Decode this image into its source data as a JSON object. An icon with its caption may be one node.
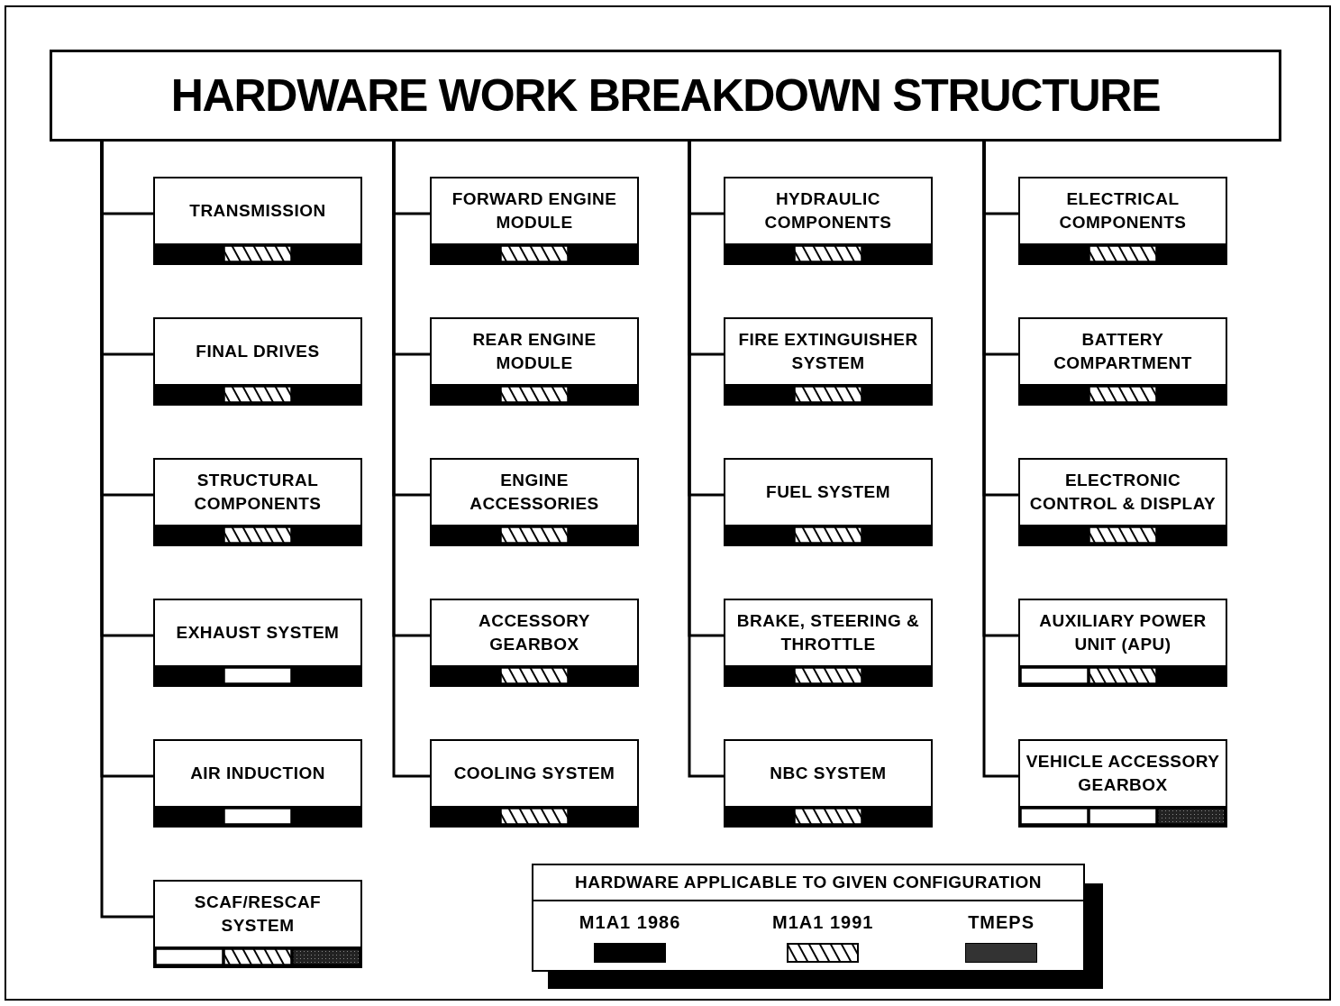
{
  "diagram": {
    "nodes": [
      {
        "text": [
          "HARDWARE WORK BREAKDOWN STRUCTURE"
        ]
      },
      {
        "text": [
          "TRANSMISSION"
        ]
      },
      {
        "text": [
          "FINAL DRIVES"
        ]
      },
      {
        "text": [
          "STRUCTURAL COMPONENTS"
        ]
      },
      {
        "text": [
          "EXHAUST SYSTEM"
        ]
      },
      {
        "text": [
          "AIR INDUCTION"
        ]
      },
      {
        "text": [
          "SCAF/RESCAF SYSTEM"
        ]
      },
      {
        "text": [
          "FORWARD ENGINE MODULE"
        ]
      },
      {
        "text": [
          "REAR ENGINE MODULE"
        ]
      },
      {
        "text": [
          "ENGINE ACCESSORIES"
        ]
      },
      {
        "text": [
          "ACCESSORY GEARBOX"
        ]
      },
      {
        "text": [
          "COOLING SYSTEM"
        ]
      },
      {
        "text": [
          "HYDRAULIC COMPONENTS"
        ]
      },
      {
        "text": [
          "FIRE EXTINGUISHER SYSTEM"
        ]
      },
      {
        "text": [
          "FUEL SYSTEM"
        ]
      },
      {
        "text": [
          "BRAKE, STEERING & THROTTLE"
        ]
      },
      {
        "text": [
          "NBC SYSTEM"
        ]
      },
      {
        "text": [
          "ELECTRICAL COMPONENTS"
        ]
      },
      {
        "text": [
          "BATTERY COMPARTMENT"
        ]
      },
      {
        "text": [
          "ELECTRONIC CONTROL & DISPLAY"
        ]
      },
      {
        "text": [
          "AUXILIARY POWER UNIT (APU)"
        ]
      },
      {
        "text": [
          "VEHICLE ACCESSORY GEARBOX"
        ]
      }
    ],
    "edges": [
      {
        "from": 0,
        "to": 1,
        "arrow": "none"
      },
      {
        "from": 0,
        "to": 2,
        "arrow": "none"
      },
      {
        "from": 0,
        "to": 3,
        "arrow": "none"
      },
      {
        "from": 0,
        "to": 4,
        "arrow": "none"
      },
      {
        "from": 0,
        "to": 5,
        "arrow": "none"
      },
      {
        "from": 0,
        "to": 6,
        "arrow": "none"
      },
      {
        "from": 0,
        "to": 7,
        "arrow": "none"
      },
      {
        "from": 0,
        "to": 8,
        "arrow": "none"
      },
      {
        "from": 0,
        "to": 9,
        "arrow": "none"
      },
      {
        "from": 0,
        "to": 10,
        "arrow": "none"
      },
      {
        "from": 0,
        "to": 11,
        "arrow": "none"
      },
      {
        "from": 0,
        "to": 12,
        "arrow": "none"
      },
      {
        "from": 0,
        "to": 13,
        "arrow": "none"
      },
      {
        "from": 0,
        "to": 14,
        "arrow": "none"
      },
      {
        "from": 0,
        "to": 15,
        "arrow": "none"
      },
      {
        "from": 0,
        "to": 16,
        "arrow": "none"
      },
      {
        "from": 0,
        "to": 17,
        "arrow": "none"
      },
      {
        "from": 0,
        "to": 18,
        "arrow": "none"
      },
      {
        "from": 0,
        "to": 19,
        "arrow": "none"
      },
      {
        "from": 0,
        "to": 20,
        "arrow": "none"
      },
      {
        "from": 0,
        "to": 21,
        "arrow": "none"
      }
    ],
    "labels": [
      "HARDWARE APPLICABLE TO GIVEN CONFIGURATION"
    ],
    "legend": [
      {
        "text": "M1A1 1986",
        "color": "#000000"
      },
      {
        "text": "M1A1 1991"
      },
      {
        "text": "TMEPS",
        "color": "#333333"
      }
    ]
  }
}
